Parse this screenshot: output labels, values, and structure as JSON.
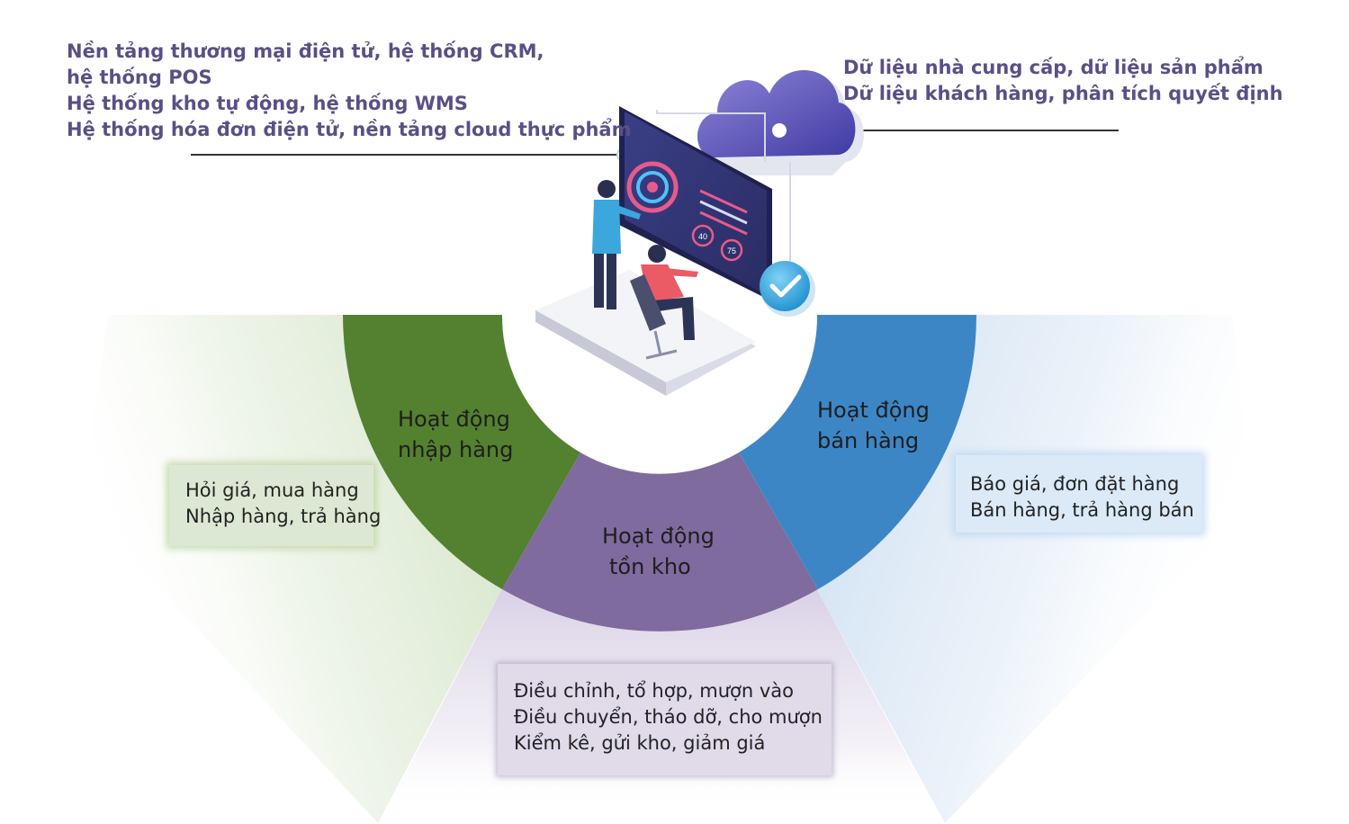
{
  "top_left_text": {
    "lines": [
      "Nền tảng thương mại điện tử, hệ thống CRM,",
      "hệ thống POS",
      "Hệ thống kho tự động, hệ thống WMS",
      "Hệ thống hóa đơn điện tử, nền tảng cloud thực phẩm"
    ]
  },
  "top_right_text": {
    "lines": [
      "Dữ liệu nhà cung cấp, dữ liệu sản phẩm",
      "Dữ liệu khách hàng, phân tích quyết định"
    ]
  },
  "illustration": {
    "gauge_values": [
      "40",
      "75"
    ]
  },
  "segments": [
    {
      "id": "nhap-hang",
      "label_lines": [
        "Hoạt động",
        "nhập hàng"
      ],
      "color": "#53812f"
    },
    {
      "id": "ton-kho",
      "label_lines": [
        "Hoạt động",
        "tồn kho"
      ],
      "color": "#7f6b9e"
    },
    {
      "id": "ban-hang",
      "label_lines": [
        "Hoạt động",
        "bán hàng"
      ],
      "color": "#3d86c6"
    }
  ],
  "details": {
    "nhap_hang": {
      "lines": [
        "Hỏi giá, mua hàng",
        "Nhập hàng, trả hàng"
      ],
      "bg": "#dde8d4"
    },
    "ton_kho": {
      "lines": [
        "Điều chỉnh, tổ hợp, mượn vào",
        "Điều chuyển, tháo dỡ, cho mượn",
        "Kiểm kê, gửi kho, giảm giá"
      ],
      "bg": "#e0dae9"
    },
    "ban_hang": {
      "lines": [
        "Báo giá, đơn đặt hàng",
        "Bán hàng, trả hàng bán"
      ],
      "bg": "#dce9f7"
    }
  },
  "colors": {
    "text_heading": "#5b4f86",
    "connector_line": "#333333"
  }
}
